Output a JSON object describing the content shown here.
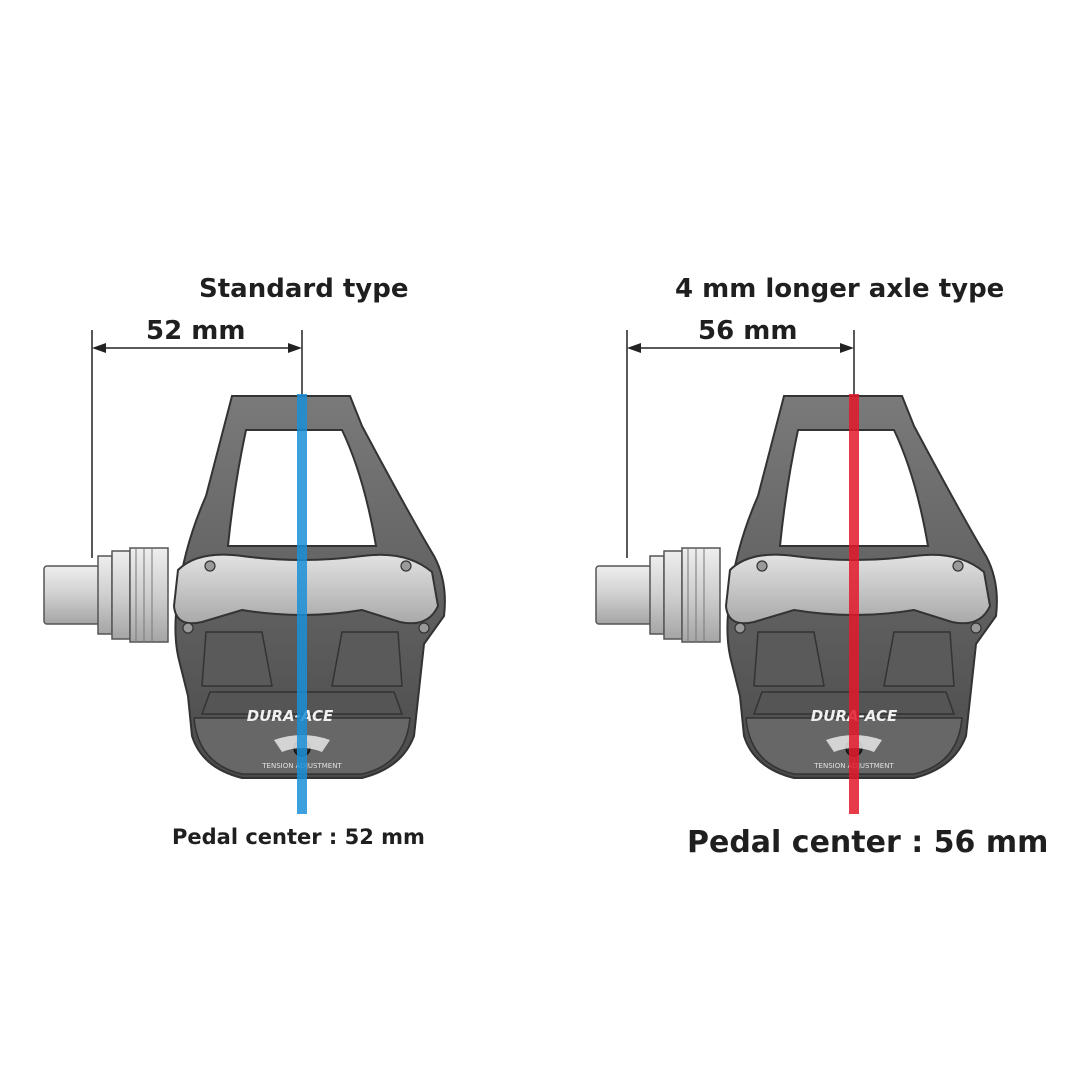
{
  "left": {
    "title": "Standard type",
    "dimension": "52 mm",
    "center_label": "Pedal center : 52 mm",
    "line_color": "#1a8fd8"
  },
  "right": {
    "title": "4 mm longer axle type",
    "dimension": "56 mm",
    "center_label": "Pedal center : 56 mm",
    "line_color": "#e3192a"
  },
  "pedal": {
    "brand_text": "DURA-ACE",
    "tension_text": "TENSION ADJUSTMENT",
    "body_color": "#6a6a6a",
    "plate_color": "#c8c8c8",
    "axle_color": "#d6d6d6"
  }
}
